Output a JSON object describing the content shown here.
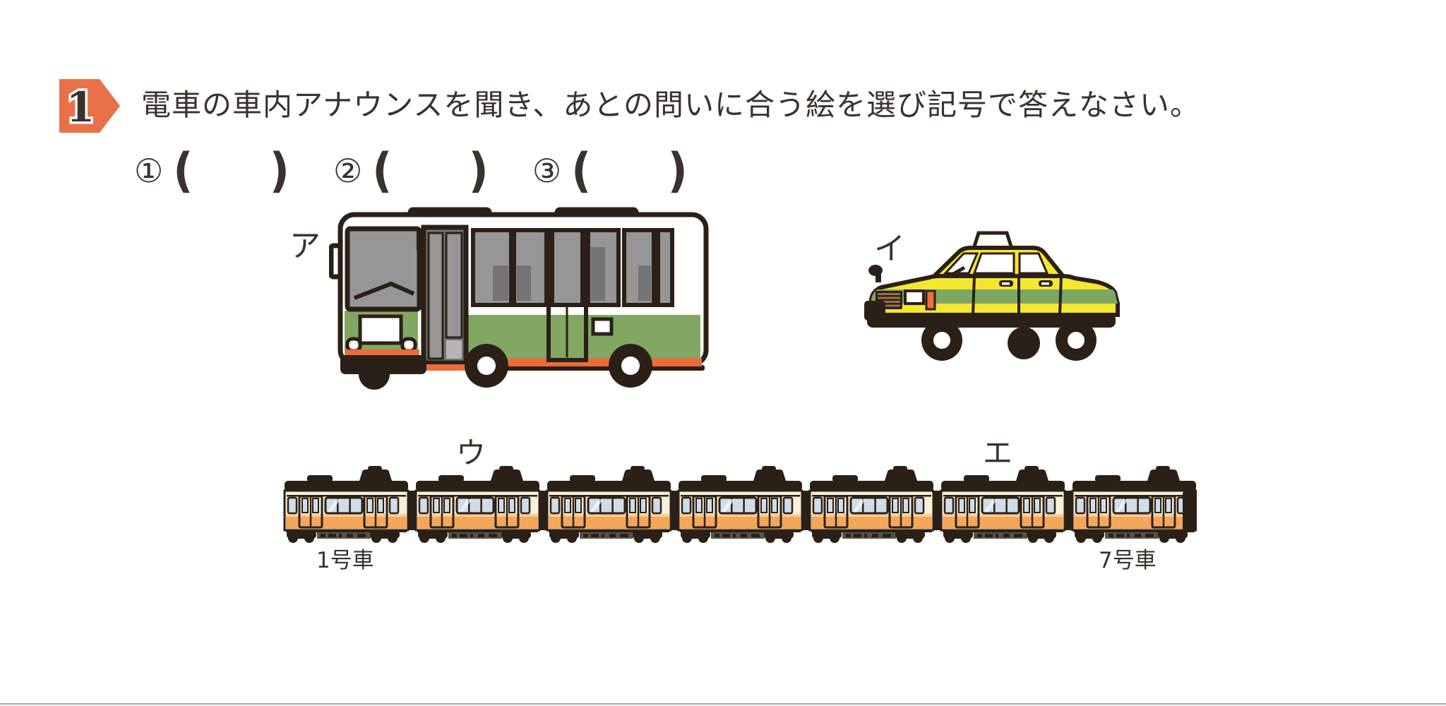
{
  "question": {
    "number": "1",
    "text": "電車の車内アナウンスを聞き、あとの問いに合う絵を選び記号で答えなさい。"
  },
  "answer_blanks": [
    {
      "label": "①",
      "open": "(",
      "close": ")"
    },
    {
      "label": "②",
      "open": "(",
      "close": ")"
    },
    {
      "label": "③",
      "open": "(",
      "close": ")"
    }
  ],
  "choices": {
    "bus": {
      "label": "ア"
    },
    "taxi": {
      "label": "イ"
    },
    "train_front": {
      "label": "ウ"
    },
    "train_rear": {
      "label": "エ"
    }
  },
  "train": {
    "car_count": 7,
    "first_car_label": "1号車",
    "last_car_label": "7号車"
  },
  "colors": {
    "badge_orange": "#E87149",
    "text_dark": "#3A322E",
    "outline_dark": "#2B2017",
    "bus_green": "#82A763",
    "bus_orange": "#E96C3A",
    "glass_gray": "#969696",
    "glass_gray_dark": "#747474",
    "taxi_yellow": "#F5E72F",
    "taxi_green": "#7FA662",
    "grille_brown": "#9B7147",
    "accent_orange": "#F0703E",
    "train_cream": "#F8F0D9",
    "train_orange": "#F3A75A",
    "train_orange_light": "#FACD96",
    "train_window_blue": "#CEDDE8",
    "equipment_gray": "#585349"
  }
}
